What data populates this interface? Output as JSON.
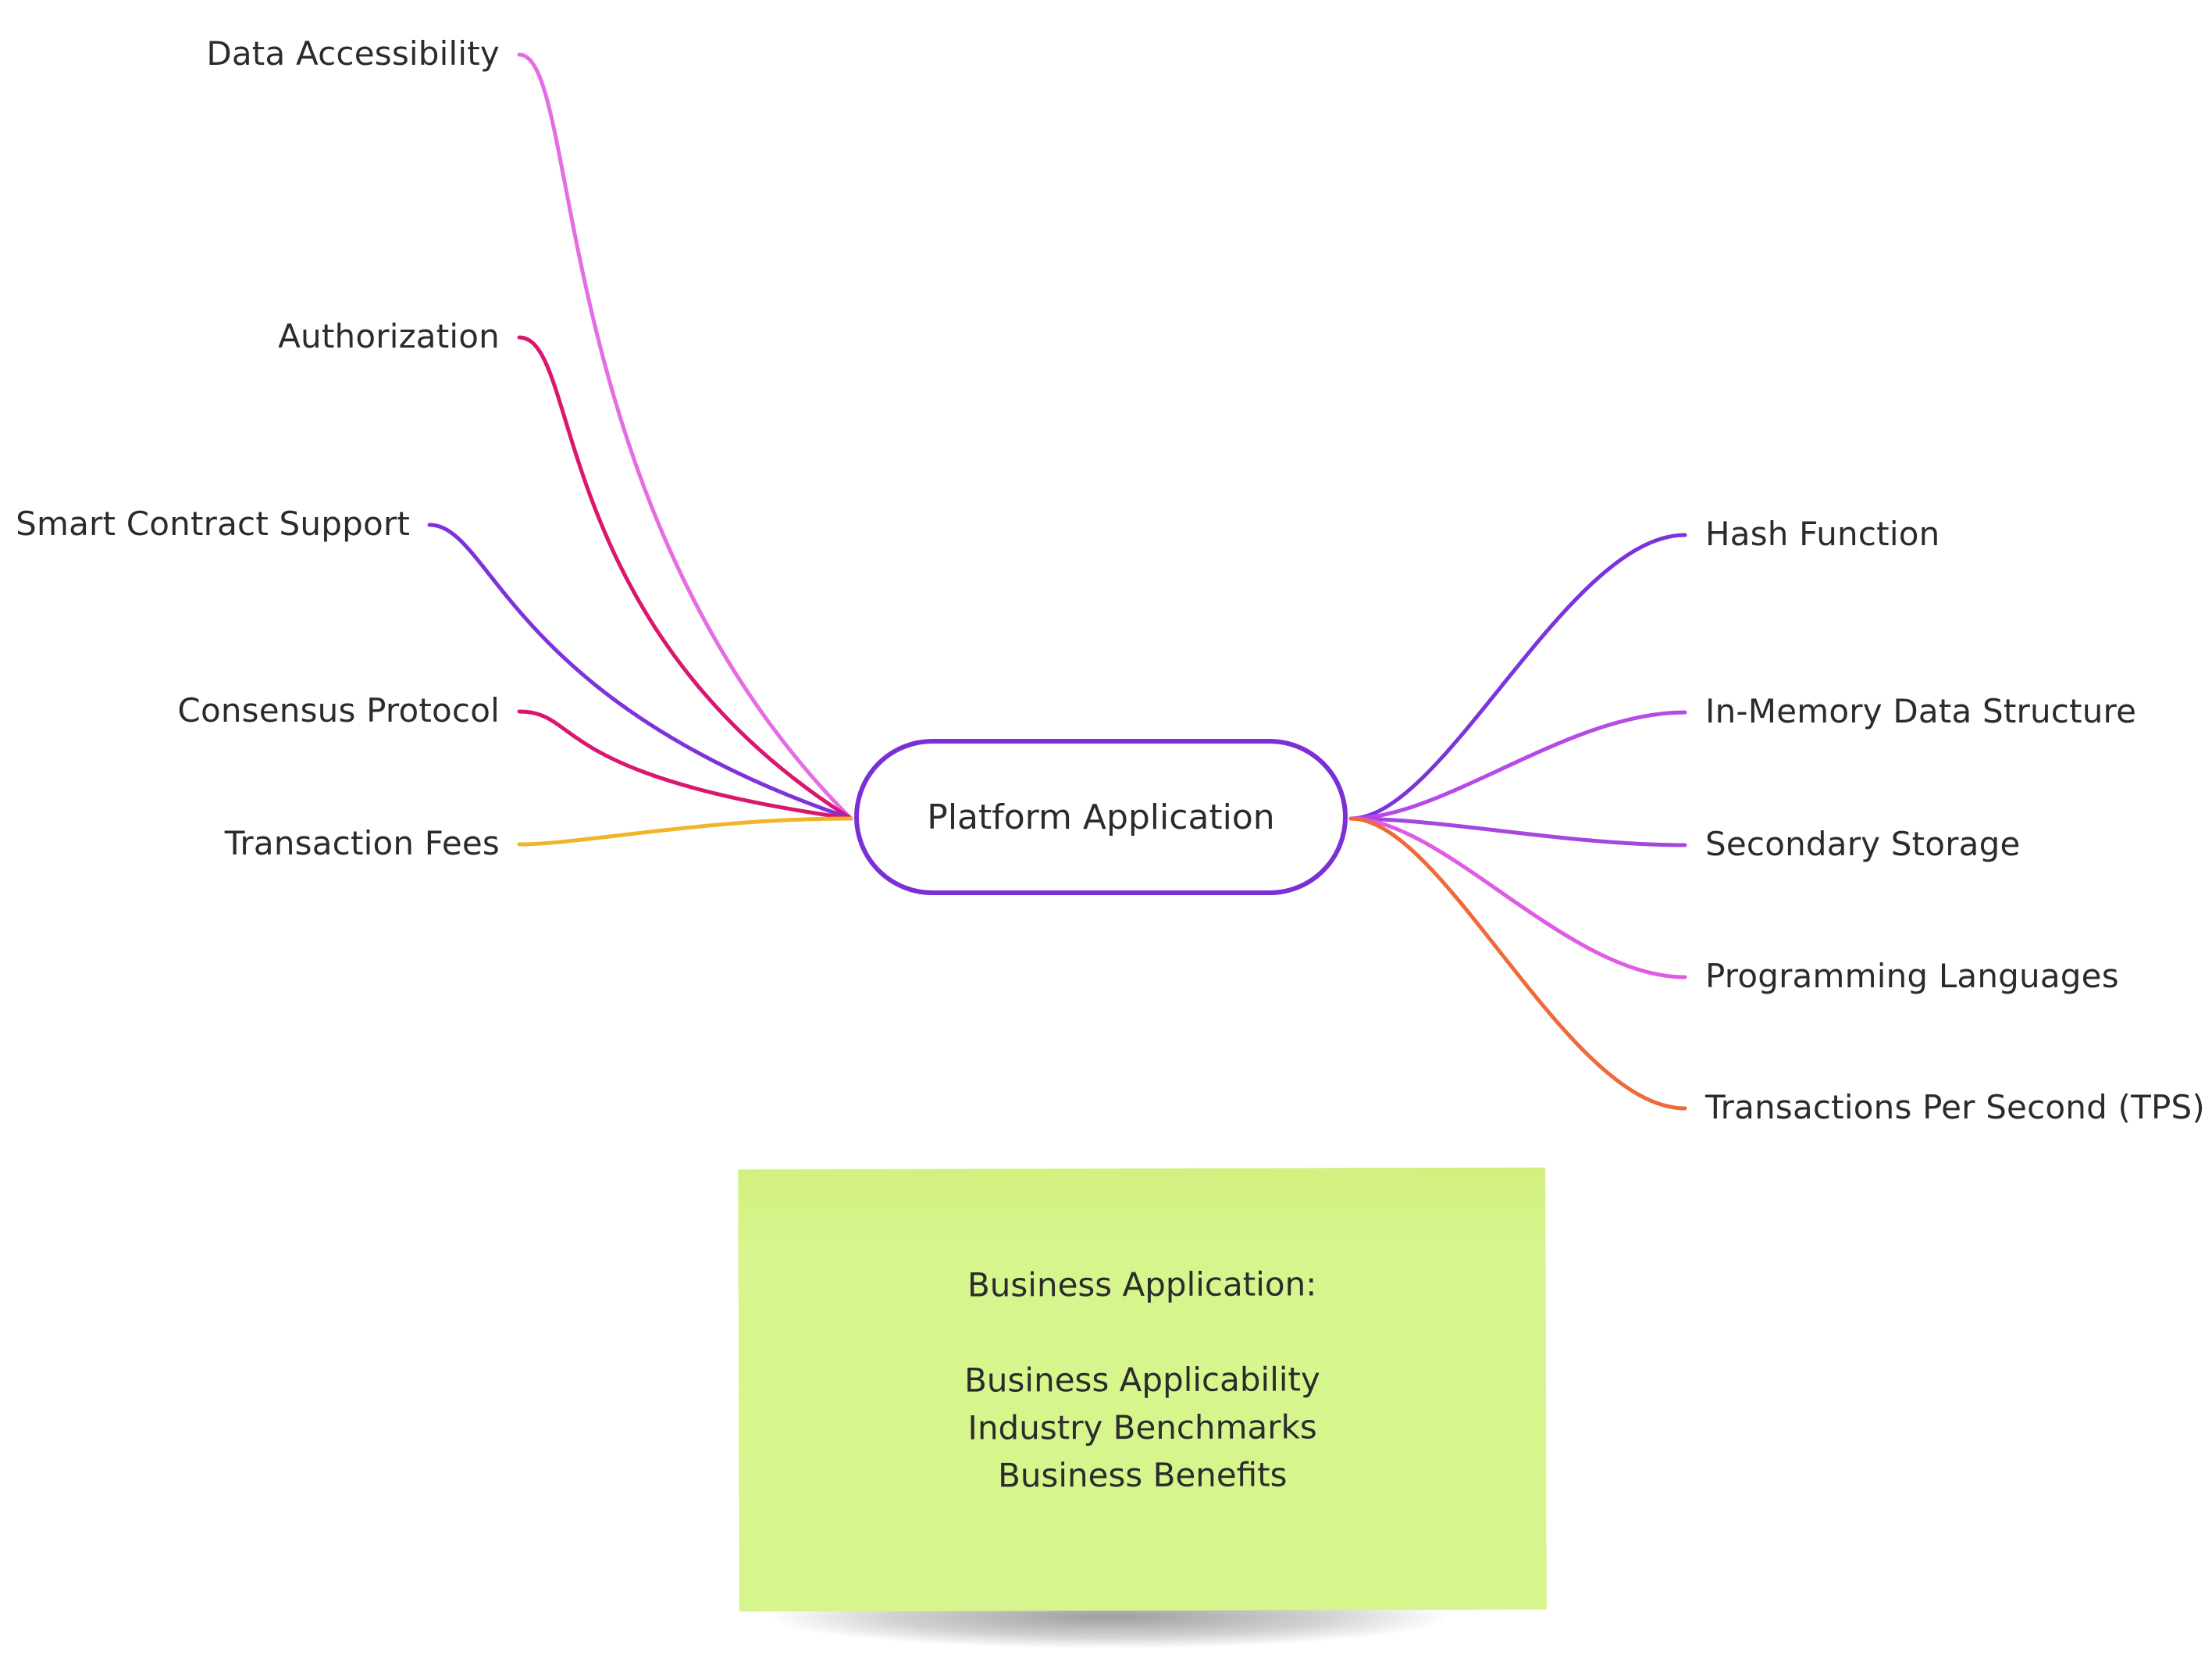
{
  "central_node": {
    "label": "Platform Application",
    "border_color": "#7b2fd6"
  },
  "left_branches": [
    {
      "label": "Data Accessibility",
      "color": "#e56ce3"
    },
    {
      "label": "Authorization",
      "color": "#d9176f"
    },
    {
      "label": "Smart Contract Support",
      "color": "#7d33dc"
    },
    {
      "label": "Consensus Protocol",
      "color": "#d9176f"
    },
    {
      "label": "Transaction Fees",
      "color": "#f1b427"
    }
  ],
  "right_branches": [
    {
      "label": "Hash Function",
      "color": "#7d33dc"
    },
    {
      "label": "In-Memory Data Structure",
      "color": "#b54ae6"
    },
    {
      "label": "Secondary Storage",
      "color": "#a347e0"
    },
    {
      "label": "Programming Languages",
      "color": "#e05ae3"
    },
    {
      "label": "Transactions Per Second (TPS)",
      "color": "#ef6a3a"
    }
  ],
  "sticky_note": {
    "title": "Business Application:",
    "items": [
      "Business Applicability",
      "Industry Benchmarks",
      "Business Benefits"
    ],
    "color": "#d6f68d"
  }
}
